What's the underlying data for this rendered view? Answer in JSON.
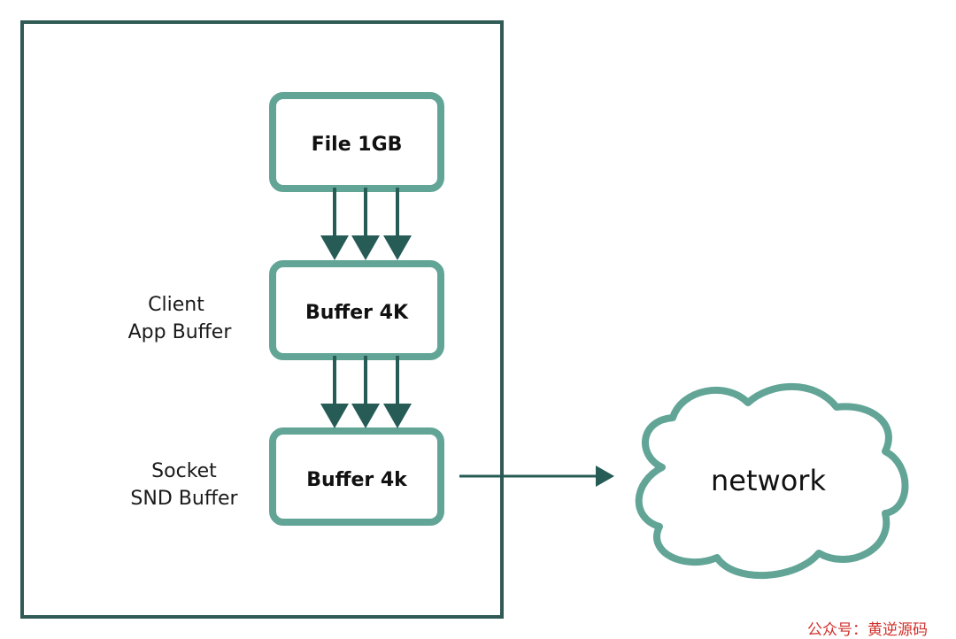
{
  "colors": {
    "frame": "#2f5a55",
    "box_border": "#62a597",
    "arrow": "#265c55",
    "text": "#111111",
    "watermark": "#d0302a"
  },
  "boxes": [
    {
      "id": "file",
      "label": "File 1GB"
    },
    {
      "id": "app-buffer",
      "label": "Buffer 4K"
    },
    {
      "id": "socket-buffer",
      "label": "Buffer 4k"
    }
  ],
  "side_labels": {
    "app_buffer": [
      "Client",
      "App Buffer"
    ],
    "socket_buffer": [
      "Socket",
      "SND Buffer"
    ]
  },
  "arrows": {
    "file_to_app_count": 3,
    "app_to_socket_count": 3
  },
  "cloud": {
    "label": "network"
  },
  "watermark": "公众号：黄逆源码"
}
